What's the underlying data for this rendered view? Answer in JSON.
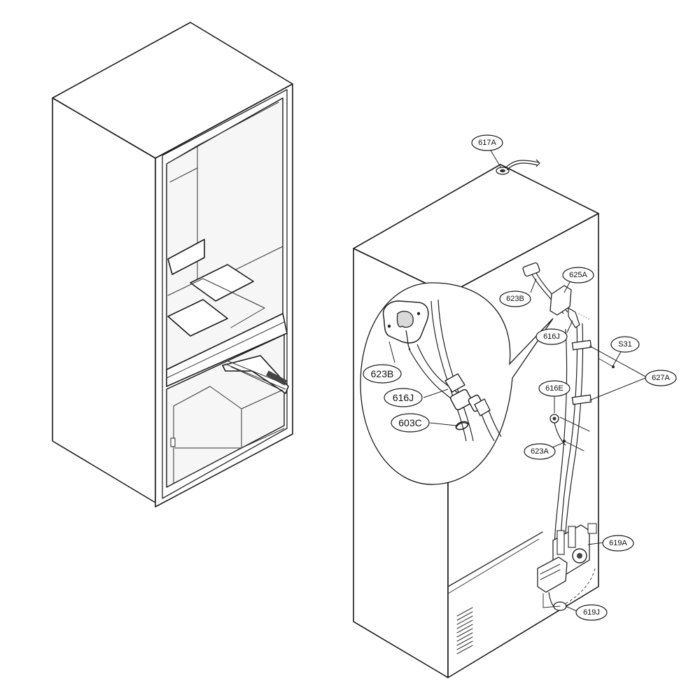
{
  "callouts": {
    "c617A": "617A",
    "c625A": "625A",
    "c623B_main": "623B",
    "c616J_main": "616J",
    "cS31": "S31",
    "c627A": "627A",
    "c616E": "616E",
    "c623A": "623A",
    "c619A": "619A",
    "c619J": "619J",
    "c623B_detail": "623B",
    "c616J_detail": "616J",
    "c603C": "603C"
  }
}
